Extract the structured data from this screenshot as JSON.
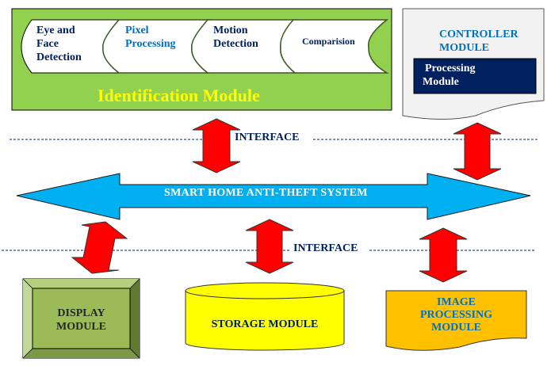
{
  "identification_module": {
    "title": "Identification Module",
    "stages": [
      {
        "line1": "Eye and",
        "line2": "Face",
        "line3": "Detection"
      },
      {
        "line1": "Pixel",
        "line2": "Processing"
      },
      {
        "line1": "Motion",
        "line2": "Detection"
      },
      {
        "line1": "Comparision"
      }
    ]
  },
  "controller_module": {
    "title_line1": "CONTROLLER",
    "title_line2": "MODULE",
    "sub_line1": "Processing",
    "sub_line2": "Module"
  },
  "interface_top": "INTERFACE",
  "interface_bottom": "INTERFACE",
  "system": "SMART HOME ANTI-THEFT SYSTEM",
  "display_module": {
    "line1": "DISPLAY",
    "line2": "MODULE"
  },
  "storage_module": "STORAGE MODULE",
  "image_processing_module": {
    "line1": "IMAGE",
    "line2": "PROCESSING",
    "line3": "MODULE"
  },
  "colors": {
    "ident_bg": "#92d050",
    "ident_title": "#ffff00",
    "stage_text": "#002060",
    "stage_blue_text": "#0070c0",
    "controller_bg": "#f2f2f2",
    "controller_title": "#0070c0",
    "processing_bg": "#002060",
    "arrow_red": "#ff0000",
    "system_arrow": "#00b0f0",
    "display_bg": "#9bbb59",
    "storage_bg": "#ffff00",
    "image_bg": "#ffc000",
    "interface_text": "#002060"
  }
}
